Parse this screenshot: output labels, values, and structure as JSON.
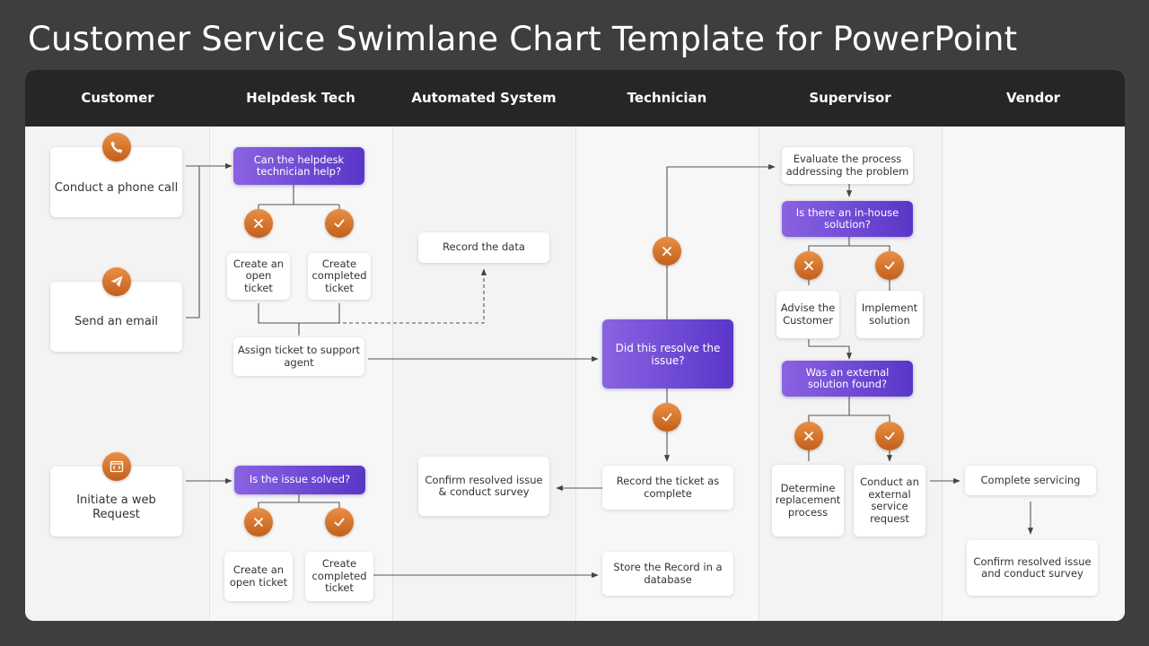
{
  "title": "Customer Service Swimlane Chart Template for PowerPoint",
  "lanes": [
    "Customer",
    "Helpdesk Tech",
    "Automated System",
    "Technician",
    "Supervisor",
    "Vendor"
  ],
  "icons": {
    "phone": "phone-icon",
    "email": "paper-plane-icon",
    "web": "browser-code-icon",
    "yes": "check-icon",
    "no": "cross-icon"
  },
  "colors": {
    "decision_start": "#8a63e2",
    "decision_end": "#5a36c8",
    "icon_badge": "#d8742c",
    "header": "#262626",
    "background": "#3e3e3e"
  },
  "customer": {
    "phone": "Conduct a phone call",
    "email": "Send an email",
    "web": "Initiate a web Request"
  },
  "helpdesk": {
    "q1": "Can the helpdesk technician help?",
    "open1": "Create an open ticket",
    "completed1": "Create completed ticket",
    "assign": "Assign ticket to support agent",
    "q2": "Is the issue solved?",
    "open2": "Create an open ticket",
    "completed2": "Create completed ticket"
  },
  "automated": {
    "record": "Record the data",
    "confirm": "Confirm resolved issue & conduct survey"
  },
  "technician": {
    "q": "Did this resolve the issue?",
    "record_complete": "Record the ticket as complete",
    "store": "Store the Record in a database"
  },
  "supervisor": {
    "evaluate": "Evaluate the process addressing the problem",
    "q1": "Is there an in-house solution?",
    "advise": "Advise the Customer",
    "implement": "Implement solution",
    "q2": "Was an external solution found?",
    "determine": "Determine replacement process",
    "conduct": "Conduct an external service request"
  },
  "vendor": {
    "complete": "Complete servicing",
    "confirm": "Confirm resolved issue and conduct survey"
  }
}
